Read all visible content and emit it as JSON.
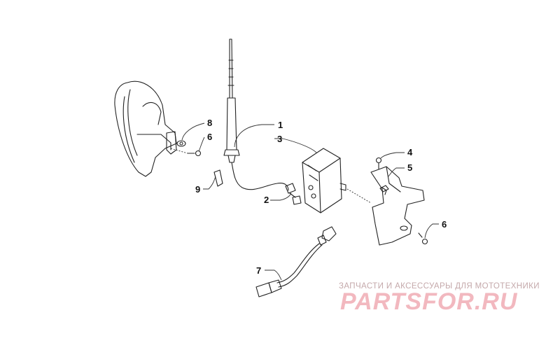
{
  "callouts": {
    "c1": "1",
    "c2": "2",
    "c3": "3",
    "c4": "4",
    "c5": "5",
    "c6a": "6",
    "c6b": "6",
    "c7": "7",
    "c8": "8",
    "c9": "9"
  },
  "watermark": {
    "subtitle": "ЗАПЧАСТИ И АКСЕССУАРЫ ДЛЯ МОТОТЕХНИКИ",
    "logo": "PARTSFOR.RU"
  },
  "colors": {
    "line": "#222222",
    "watermark_text": "#c4a8aa",
    "watermark_logo": "#f2b8bf"
  }
}
